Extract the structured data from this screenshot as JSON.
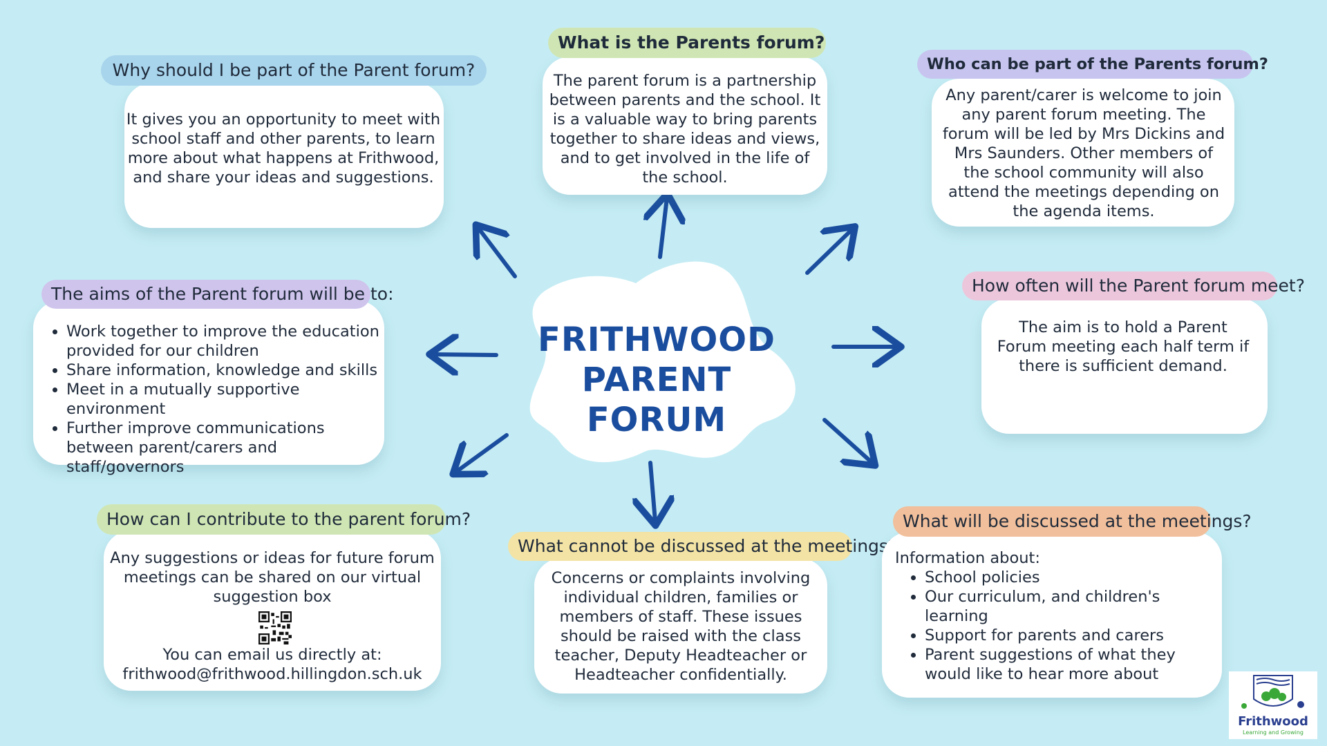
{
  "center": {
    "line1": "FRITHWOOD",
    "line2": "PARENT",
    "line3": "FORUM"
  },
  "what_is": {
    "heading": "What is the Parents forum?",
    "text": "The parent forum is a partnership between parents and the school. It is a valuable way to bring parents together to share ideas and views, and to get involved in the life of the school."
  },
  "why": {
    "heading": "Why should I be part of the Parent forum?",
    "text": "It gives you an opportunity to meet with school staff and other parents, to learn more about what happens at Frithwood, and share your ideas and suggestions."
  },
  "who": {
    "heading": "Who can be part of the Parents forum?",
    "text": "Any parent/carer is welcome to join any parent forum meeting. The forum will be led by Mrs Dickins and Mrs Saunders. Other members of the school community will also attend the meetings depending on the agenda items."
  },
  "aims": {
    "heading": "The aims of the Parent forum will be to:",
    "items": [
      "Work together to improve the education provided for our children",
      "Share information, knowledge and skills",
      "Meet in a mutually supportive environment",
      "Further improve communications between parent/carers and staff/governors"
    ]
  },
  "how_often": {
    "heading": "How often will the Parent forum meet?",
    "text": "The aim is to hold a Parent Forum meeting each half term if there is sufficient demand."
  },
  "contribute": {
    "heading": "How can I contribute to the parent forum?",
    "text": "Any suggestions or ideas for future forum meetings can be shared on our virtual suggestion box",
    "email_intro": "You can email us directly at:",
    "email": "frithwood@frithwood.hillingdon.sch.uk"
  },
  "cannot": {
    "heading": "What cannot be discussed at the meetings?",
    "text": "Concerns or complaints involving individual children, families or members of staff. These issues should be raised with the class teacher, Deputy Headteacher or Headteacher confidentially."
  },
  "discussed": {
    "heading": "What will be discussed at the meetings?",
    "intro": "Information about:",
    "items": [
      "School policies",
      "Our curriculum, and children's learning",
      "Support for parents and carers",
      "Parent suggestions of what they would like to hear more about"
    ]
  },
  "logo": {
    "name": "Frithwood",
    "tagline": "Learning and Growing"
  },
  "colors": {
    "background": "#c5ecf4",
    "arrow": "#1a4d9e",
    "title": "#1a4d9e"
  }
}
